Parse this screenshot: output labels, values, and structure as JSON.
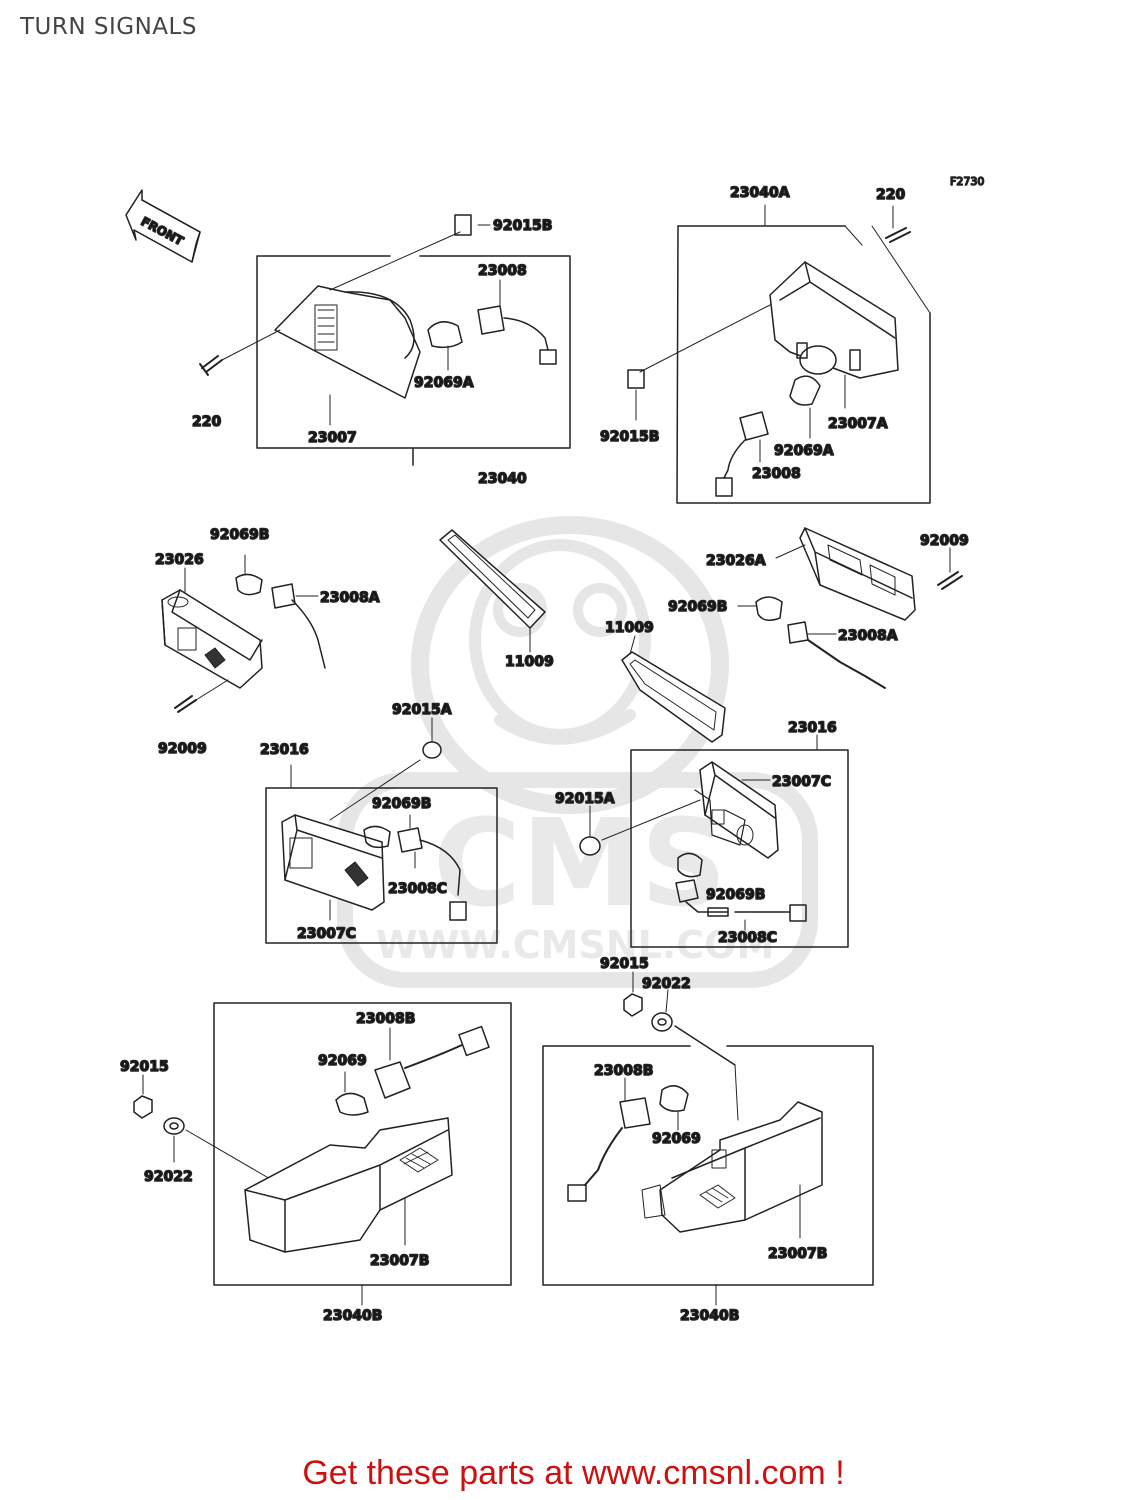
{
  "title": "TURN SIGNALS",
  "figure_code": "F2730",
  "front_label": "FRONT",
  "watermark": {
    "logo_text": "CMS",
    "url": "WWW.CMSNL.COM"
  },
  "footer": "Get these parts at www.cmsnl.com !",
  "colors": {
    "footer": "#cc1111",
    "lines": "#222222",
    "watermark": "#e6e6e6"
  },
  "parts": {
    "p220_a": "220",
    "p23007": "23007",
    "p23008_a": "23008",
    "p23040": "23040",
    "p92015B_a": "92015B",
    "p92069A_a": "92069A",
    "p23040A": "23040A",
    "p220_b": "220",
    "p23007A": "23007A",
    "p92015B_b": "92015B",
    "p92069A_b": "92069A",
    "p23008_b": "23008",
    "p92069B_a": "92069B",
    "p23026": "23026",
    "p23008A_a": "23008A",
    "p92009_a": "92009",
    "p11009_a": "11009",
    "p11009_b": "11009",
    "p92009_b": "92009",
    "p23026A": "23026A",
    "p92069B_b": "92069B",
    "p23008A_b": "23008A",
    "p92015A_a": "92015A",
    "p23016_a": "23016",
    "p92069B_c": "92069B",
    "p23008C_a": "23008C",
    "p23007C_a": "23007C",
    "p23016_b": "23016",
    "p23007C_b": "23007C",
    "p92015A_b": "92015A",
    "p92069B_d": "92069B",
    "p23008C_b": "23008C",
    "p92015_a": "92015",
    "p92022_a": "92022",
    "p23008B_a": "23008B",
    "p92069_a": "92069",
    "p92015_b": "92015",
    "p92022_b": "92022",
    "p23007B_a": "23007B",
    "p23040B_a": "23040B",
    "p23008B_b": "23008B",
    "p92069_b": "92069",
    "p23007B_b": "23007B",
    "p23040B_b": "23040B"
  }
}
